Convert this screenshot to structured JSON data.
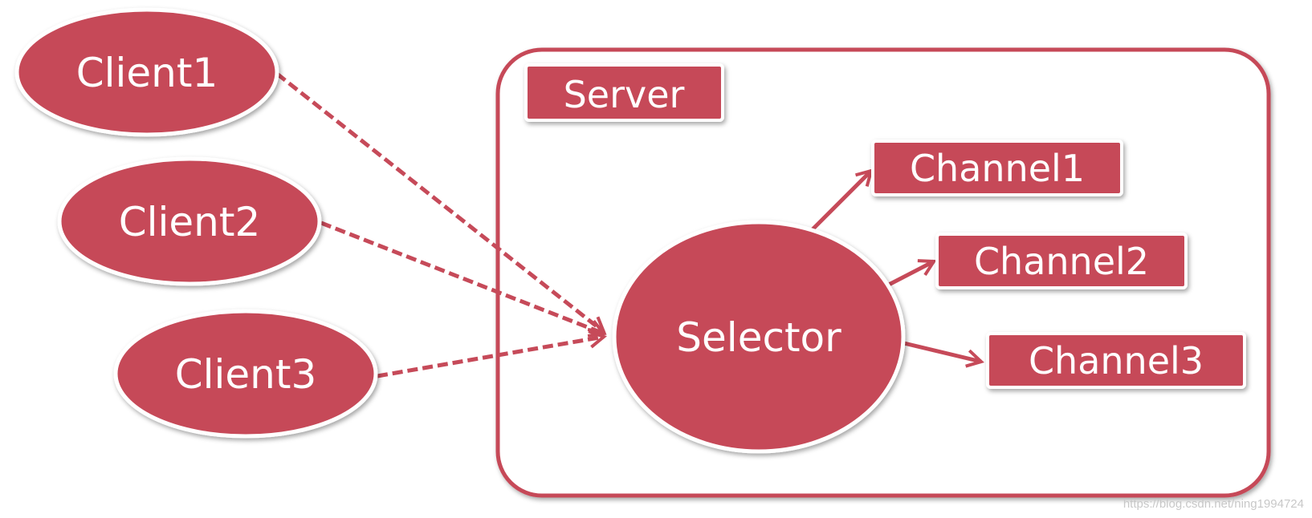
{
  "colors": {
    "accent": "#c64a59",
    "text_on_accent": "#ffffff",
    "background": "#ffffff"
  },
  "server": {
    "label": "Server"
  },
  "selector": {
    "label": "Selector"
  },
  "clients": [
    {
      "label": "Client1"
    },
    {
      "label": "Client2"
    },
    {
      "label": "Client3"
    }
  ],
  "channels": [
    {
      "label": "Channel1"
    },
    {
      "label": "Channel2"
    },
    {
      "label": "Channel3"
    }
  ],
  "watermark": {
    "text": "https://blog.csdn.net/ning1994724"
  }
}
